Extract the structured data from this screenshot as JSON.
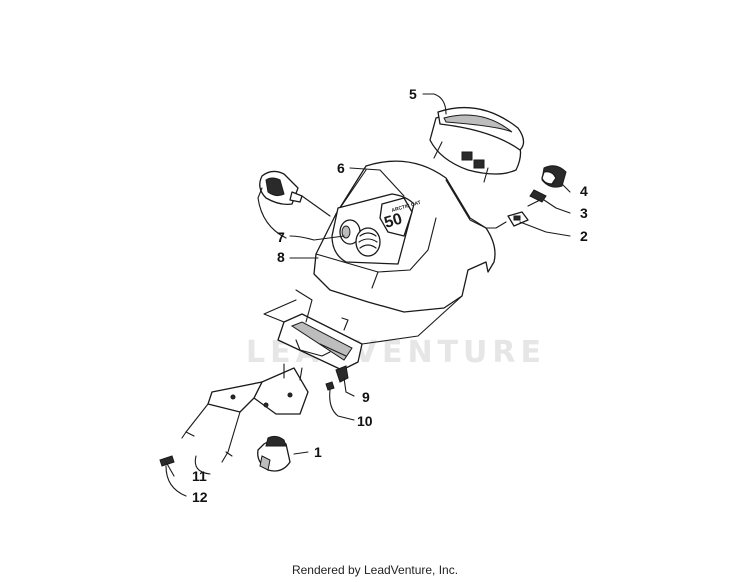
{
  "diagram": {
    "watermark": "LEADVENTURE",
    "callouts": [
      {
        "id": "1",
        "label": "1"
      },
      {
        "id": "2",
        "label": "2"
      },
      {
        "id": "3",
        "label": "3"
      },
      {
        "id": "4",
        "label": "4"
      },
      {
        "id": "5",
        "label": "5"
      },
      {
        "id": "6",
        "label": "6"
      },
      {
        "id": "7",
        "label": "7"
      },
      {
        "id": "8",
        "label": "8"
      },
      {
        "id": "9",
        "label": "9"
      },
      {
        "id": "10",
        "label": "10"
      },
      {
        "id": "11",
        "label": "11"
      },
      {
        "id": "12",
        "label": "12"
      }
    ],
    "decal": {
      "top_text": "ARCTIC CAT",
      "big_text": "50"
    }
  },
  "footer": {
    "text": "Rendered by LeadVenture, Inc."
  }
}
